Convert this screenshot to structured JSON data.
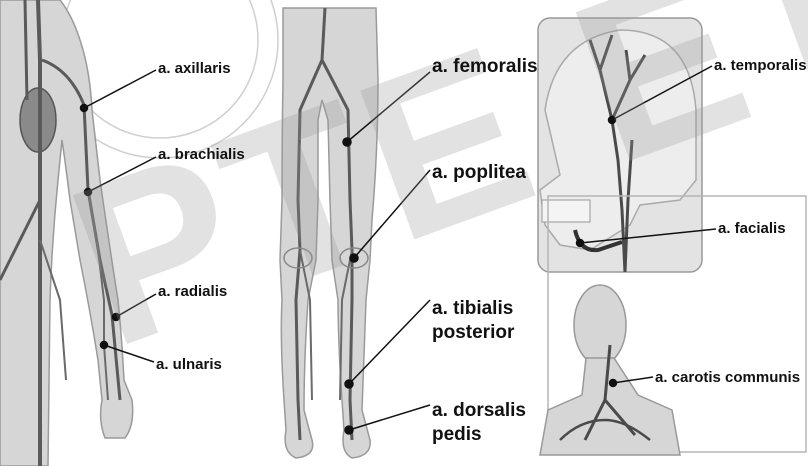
{
  "watermark": "PTE ETK",
  "labels": {
    "axillaris": "a. axillaris",
    "brachialis": "a. brachialis",
    "radialis": "a. radialis",
    "ulnaris": "a. ulnaris",
    "femoralis": "a. femoralis",
    "poplitea": "a. poplitea",
    "tibialis_line1": "a. tibialis",
    "tibialis_line2": "posterior",
    "dorsalis_line1": "a. dorsalis",
    "dorsalis_line2": "pedis",
    "temporalis": "a. temporalis",
    "facialis": "a. facialis",
    "carotis": "a. carotis communis"
  },
  "colors": {
    "body_fill": "#d4d4d4",
    "body_outline": "#9a9a9a",
    "vessel": "#555555",
    "leader": "#111111",
    "watermark": "#969696"
  }
}
